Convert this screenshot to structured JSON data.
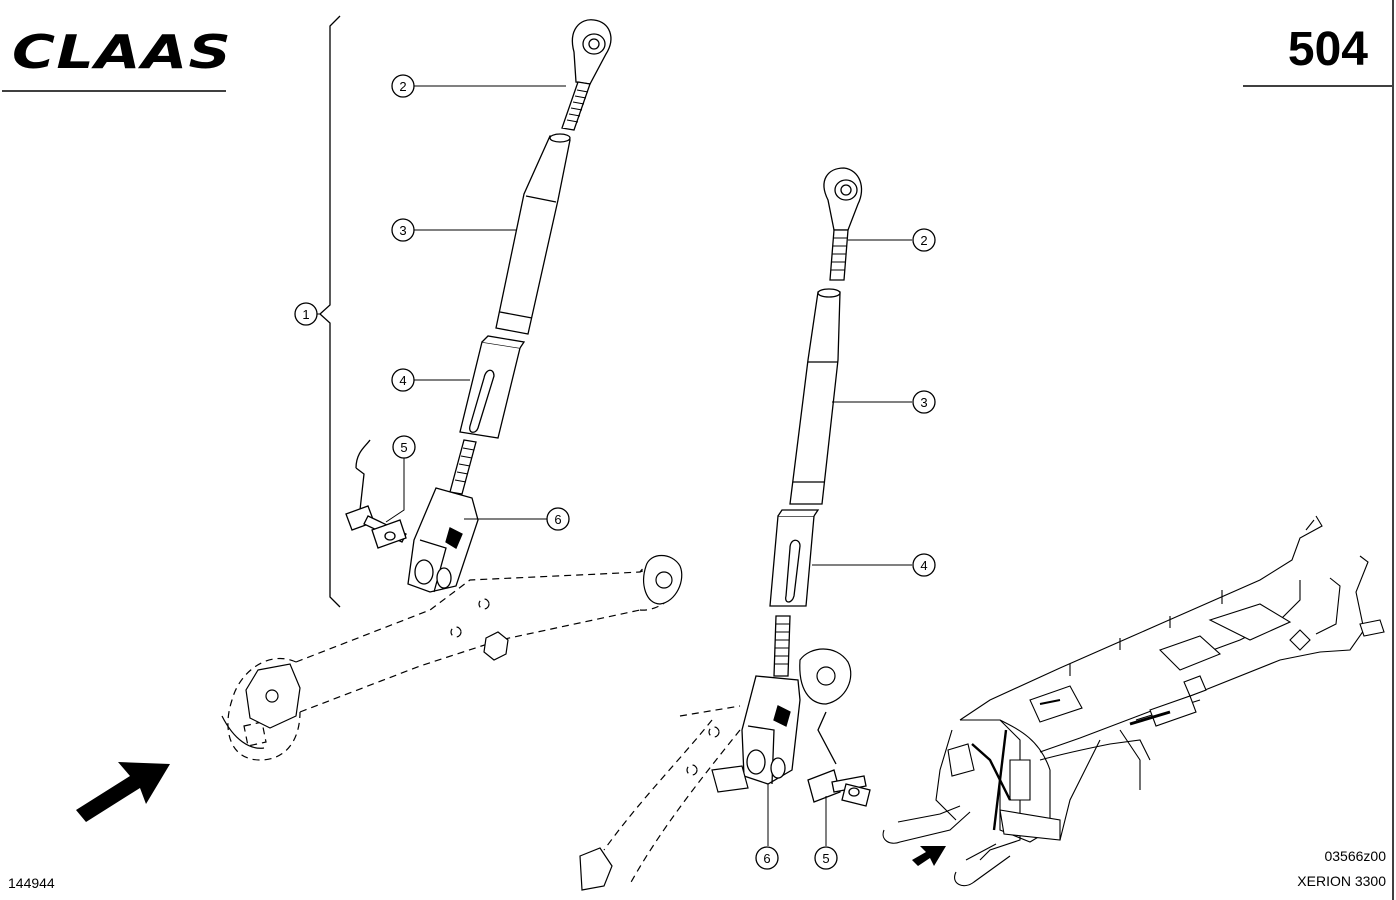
{
  "header": {
    "logo_text": "CLAAS",
    "page_number": "504"
  },
  "footer": {
    "doc_number": "144944",
    "drawing_ref": "03566z00",
    "model": "XERION 3300"
  },
  "callouts": {
    "group": "1",
    "c2": "2",
    "c3": "3",
    "c4": "4",
    "c5": "5",
    "c6": "6"
  },
  "colors": {
    "ink": "#000000",
    "paper": "#ffffff"
  }
}
